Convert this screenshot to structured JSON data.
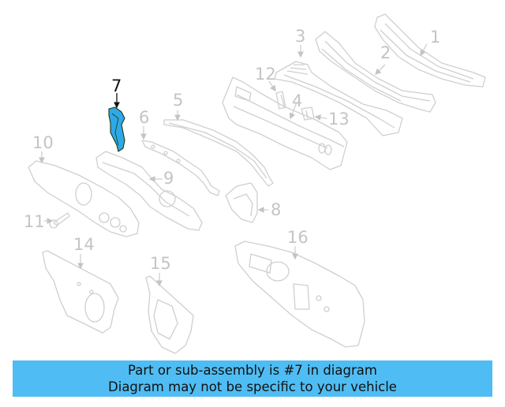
{
  "diagram": {
    "highlighted_part": "7",
    "colors": {
      "highlight_fill": "#2fa8e8",
      "highlight_outline": "#1d3a10",
      "part_outline": "#cfcfcf",
      "callout_text": "#c4c4c4",
      "active_callout_text": "#111111",
      "banner_bg": "#4fbdf3"
    },
    "callouts": [
      {
        "id": "1",
        "label": "1"
      },
      {
        "id": "2",
        "label": "2"
      },
      {
        "id": "3",
        "label": "3"
      },
      {
        "id": "4",
        "label": "4"
      },
      {
        "id": "5",
        "label": "5"
      },
      {
        "id": "6",
        "label": "6"
      },
      {
        "id": "7",
        "label": "7"
      },
      {
        "id": "8",
        "label": "8"
      },
      {
        "id": "9",
        "label": "9"
      },
      {
        "id": "10",
        "label": "10"
      },
      {
        "id": "11",
        "label": "11"
      },
      {
        "id": "12",
        "label": "12"
      },
      {
        "id": "13",
        "label": "13"
      },
      {
        "id": "14",
        "label": "14"
      },
      {
        "id": "15",
        "label": "15"
      },
      {
        "id": "16",
        "label": "16"
      }
    ]
  },
  "banner": {
    "line1": "Part or sub-assembly is #7 in diagram",
    "line2": "Diagram may not be specific to your vehicle"
  }
}
